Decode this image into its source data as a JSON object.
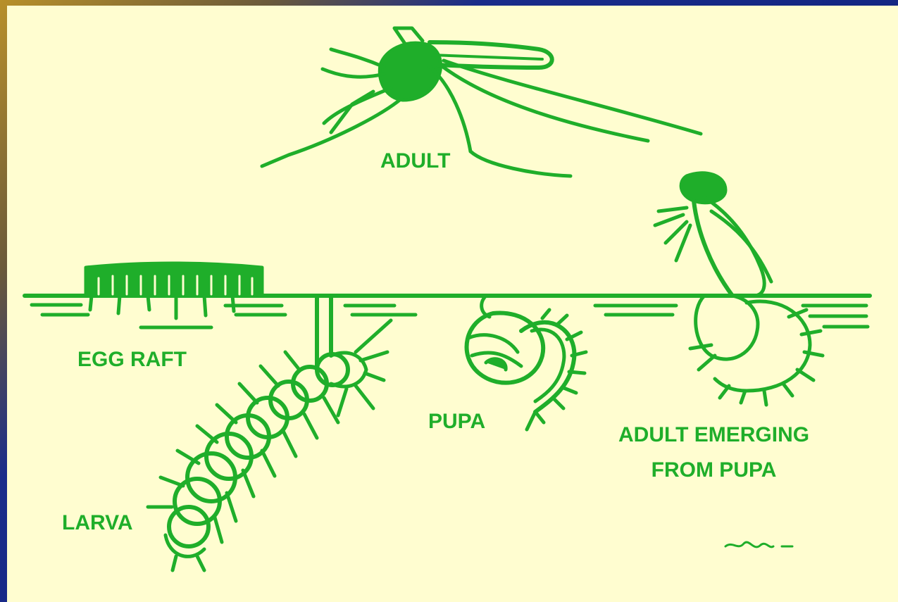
{
  "title": "",
  "colors": {
    "ink": "#1fae2a",
    "paper": "#fffdd0",
    "frame": "#0a1c78"
  },
  "stages": {
    "adult": "ADULT",
    "egg_raft": "EGG RAFT",
    "pupa": "PUPA",
    "emerging_line1": "ADULT EMERGING",
    "emerging_line2": "FROM PUPA",
    "larva": "LARVA"
  }
}
